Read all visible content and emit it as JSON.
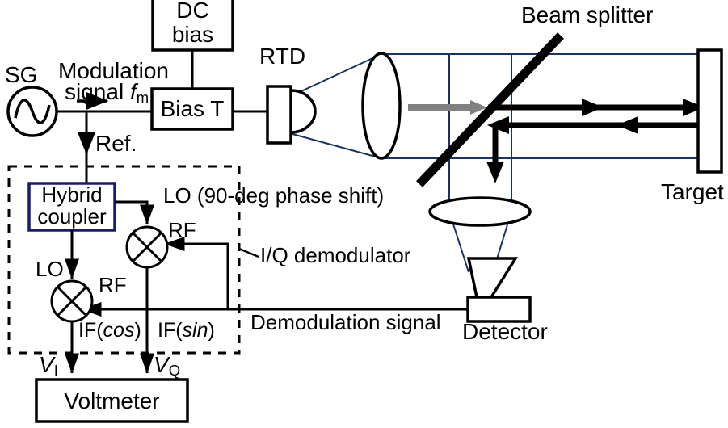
{
  "diagram": {
    "title": "RTD terahertz interferometric displacement measurement setup",
    "colors": {
      "beam_outline": "#1a3264",
      "hybrid_coupler_border": "#1a1a6e",
      "gray_arrow": "#808080",
      "black": "#000000"
    }
  },
  "blocks": {
    "dc_bias": "DC\nbias",
    "dc_bias_line1": "DC",
    "dc_bias_line2": "bias",
    "bias_t": "Bias T",
    "hybrid_coupler_line1": "Hybrid",
    "hybrid_coupler_line2": "coupler",
    "voltmeter": "Voltmeter",
    "sg": "SG",
    "rtd": "RTD",
    "target": "Target",
    "detector": "Detector"
  },
  "labels": {
    "modulation_line1": "Modulation",
    "modulation_line2_pre": "signal ",
    "modulation_fm_base": "f",
    "modulation_fm_sub": "m",
    "ref": "Ref.",
    "lo_90deg": "LO (90-deg phase shift)",
    "lo_left": "LO",
    "rf_upper": "RF",
    "rf_lower": "RF",
    "if_cos_pre": "IF(",
    "if_cos_ital": "cos",
    "if_cos_post": ")",
    "if_sin_pre": "IF(",
    "if_sin_ital": "sin",
    "if_sin_post": ")",
    "v_i_base": "V",
    "v_i_sub": "I",
    "v_q_base": "V",
    "v_q_sub": "Q",
    "iq_demodulator": "I/Q demodulator",
    "demodulation_signal": "Demodulation signal",
    "beam_splitter": "Beam splitter"
  },
  "icons": {
    "sg": "sine-source-icon",
    "mixer_i": "mixer-icon",
    "mixer_q": "mixer-icon",
    "lens_collimator": "lens-icon",
    "lens_focus": "lens-icon",
    "horn": "horn-antenna-icon",
    "beam_splitter": "beam-splitter-icon",
    "arrow_down_ref": "arrow-down-icon",
    "arrow_right_mod": "arrow-right-icon"
  }
}
